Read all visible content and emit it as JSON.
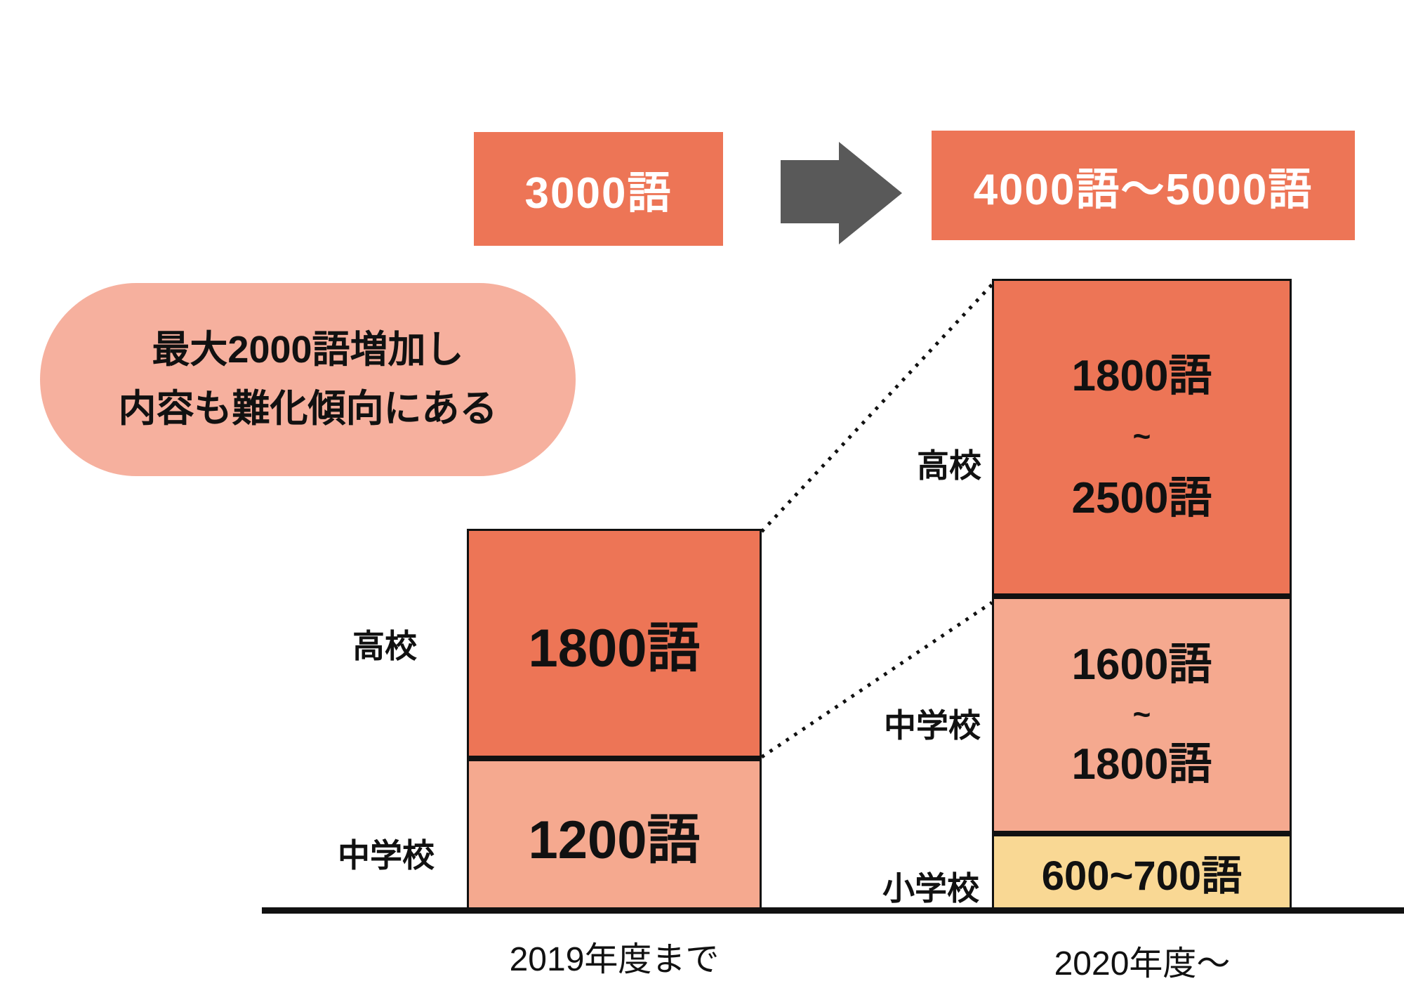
{
  "transition": {
    "before_label": "3000語",
    "after_label": "4000語〜5000語"
  },
  "callout": {
    "line1": "最大2000語増加し",
    "line2": "内容も難化傾向にある"
  },
  "before_bar": {
    "axis_label": "2019年度まで",
    "high_school": {
      "label": "高校",
      "value": "1800語"
    },
    "junior_high": {
      "label": "中学校",
      "value": "1200語"
    }
  },
  "after_bar": {
    "axis_label": "2020年度〜",
    "high_school": {
      "label": "高校",
      "value_min": "1800語",
      "tilde": "~",
      "value_max": "2500語"
    },
    "junior_high": {
      "label": "中学校",
      "value_min": "1600語",
      "tilde": "~",
      "value_max": "1800語"
    },
    "elementary": {
      "label": "小学校",
      "value": "600~700語"
    }
  },
  "colors": {
    "orange": "#ED7556",
    "salmon": "#F5A98F",
    "callout_pink": "#F6B09E",
    "yellow": "#F9D894",
    "arrow_gray": "#595959",
    "line_black": "#111111"
  },
  "chart_data": {
    "type": "bar",
    "stacked": true,
    "grid": false,
    "legend": "none",
    "unit": "語",
    "categories": [
      "2019年度まで",
      "2020年度〜"
    ],
    "series": [
      {
        "name": "小学校",
        "color": "#F9D894",
        "values_min": [
          0,
          600
        ],
        "values_max": [
          0,
          700
        ],
        "labels": [
          "",
          "600~700語"
        ]
      },
      {
        "name": "中学校",
        "color": "#F5A98F",
        "values_min": [
          1200,
          1600
        ],
        "values_max": [
          1200,
          1800
        ],
        "labels": [
          "1200語",
          "1600語~1800語"
        ]
      },
      {
        "name": "高校",
        "color": "#ED7556",
        "values_min": [
          1800,
          1800
        ],
        "values_max": [
          1800,
          2500
        ],
        "labels": [
          "1800語",
          "1800語~2500語"
        ]
      }
    ],
    "totals": {
      "labels": [
        "3000語",
        "4000語〜5000語"
      ],
      "values_min": [
        3000,
        4000
      ],
      "values_max": [
        3000,
        5000
      ]
    },
    "annotation": "最大2000語増加し内容も難化傾向にある"
  }
}
